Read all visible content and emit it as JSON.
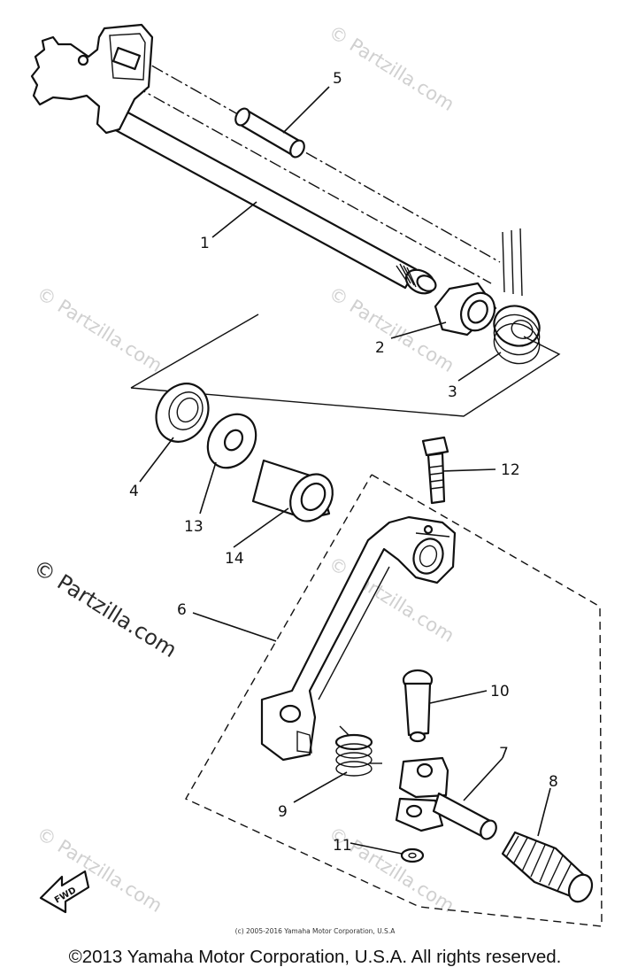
{
  "callouts": {
    "c1": "1",
    "c2": "2",
    "c3": "3",
    "c4": "4",
    "c5": "5",
    "c6": "6",
    "c7": "7",
    "c8": "8",
    "c9": "9",
    "c10": "10",
    "c11": "11",
    "c12": "12",
    "c13": "13",
    "c14": "14"
  },
  "watermark": {
    "small": "© Partzilla.com",
    "large": "© Partzilla.com"
  },
  "fwd_label": "FWD",
  "credit_small": "(c) 2005-2016 Yamaha Motor Corporation, U.S.A",
  "copyright": "©2013 Yamaha Motor Corporation, U.S.A. All rights reserved."
}
